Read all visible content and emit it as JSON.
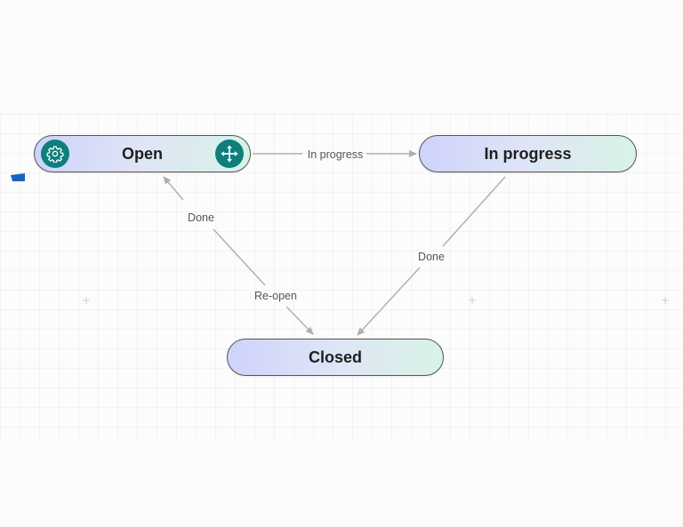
{
  "diagram": {
    "nodes": [
      {
        "id": "open",
        "label": "Open",
        "selected": true
      },
      {
        "id": "in-progress",
        "label": "In progress",
        "selected": false
      },
      {
        "id": "closed",
        "label": "Closed",
        "selected": false
      }
    ],
    "edges": [
      {
        "from": "Open",
        "to": "In progress",
        "label": "In progress"
      },
      {
        "from": "Closed",
        "to": "Open",
        "label": "Done"
      },
      {
        "from": "Open",
        "to": "Closed",
        "label": "Re-open"
      },
      {
        "from": "In progress",
        "to": "Closed",
        "label": "Done"
      }
    ],
    "node_toolbar": {
      "settings_icon": "gear-icon",
      "move_icon": "move-arrows-icon"
    }
  },
  "colors": {
    "accent": "#0d7f7d",
    "edge": "#b0b0b0",
    "node_border": "#555555",
    "node_gradient_start": "#cfd2fb",
    "node_gradient_end": "#d8f3e6",
    "handle": "#1565c0"
  }
}
